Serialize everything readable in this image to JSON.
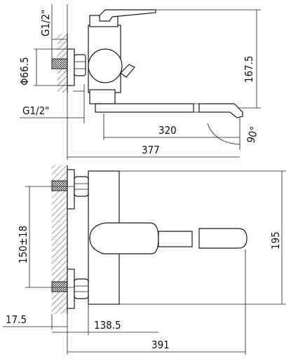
{
  "dimensions": {
    "thread_top": "G1/2\"",
    "diameter": "Φ66.5",
    "height": "167.5",
    "thread_side": "G1/2\"",
    "spout_length": "320",
    "angle": "90°",
    "overall_top": "377",
    "inlet_spacing": "150±18",
    "body_height": "195",
    "offset_small": "17.5",
    "offset_mid": "138.5",
    "overall_front": "391"
  }
}
